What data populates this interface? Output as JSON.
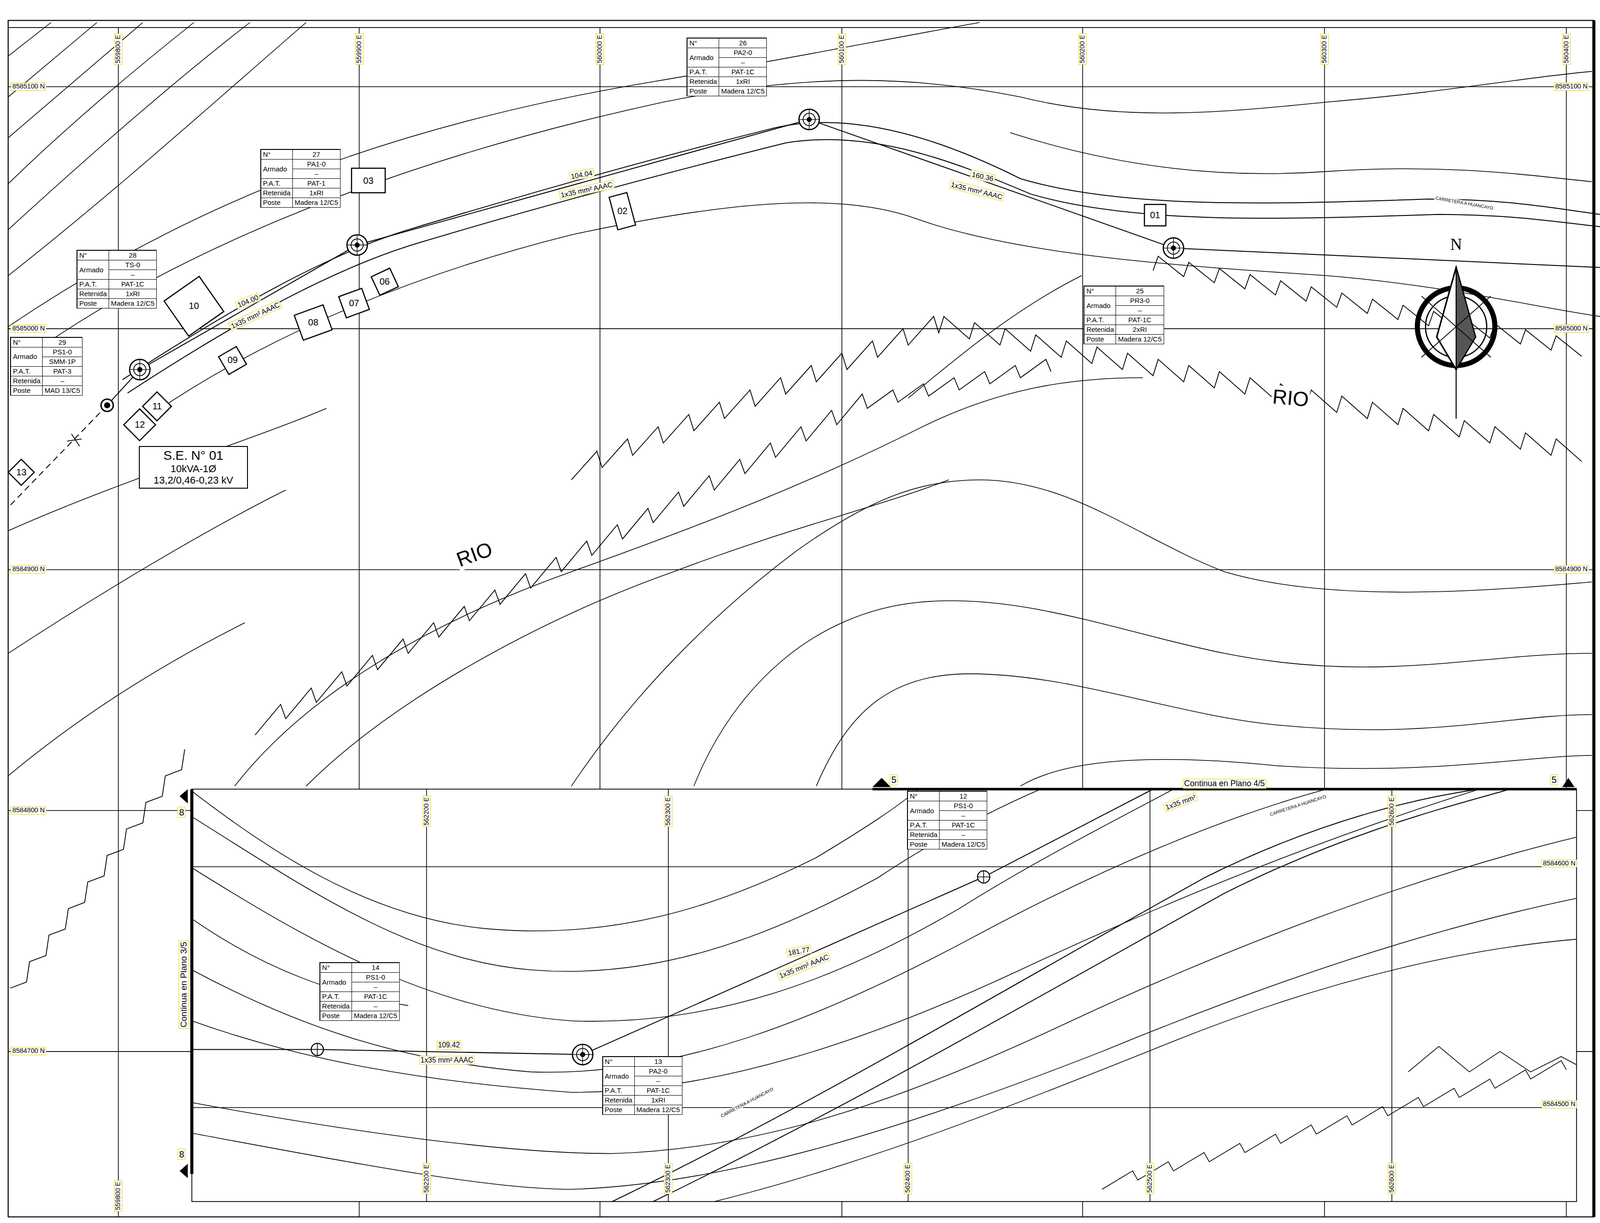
{
  "diagram": {
    "nodes": [
      {
        "text": [
          "N°",
          "26",
          "Armado",
          "PA2-0",
          "–",
          "P.A.T.",
          "PAT-1C",
          "Retenida",
          "1xRI",
          "Poste",
          "Madera 12/C5"
        ]
      },
      {
        "text": [
          "N°",
          "27",
          "Armado",
          "PA1-0",
          "–",
          "P.A.T.",
          "PAT-1",
          "Retenida",
          "1xRI",
          "Poste",
          "Madera 12/C5"
        ]
      },
      {
        "text": [
          "03"
        ]
      },
      {
        "text": [
          "02"
        ]
      },
      {
        "text": [
          "01"
        ]
      },
      {
        "text": [
          "N°",
          "28",
          "Armado",
          "TS-0",
          "–",
          "P.A.T.",
          "PAT-1C",
          "Retenida",
          "1xRI",
          "Poste",
          "Madera 12/C5"
        ]
      },
      {
        "text": [
          "10"
        ]
      },
      {
        "text": [
          "06"
        ]
      },
      {
        "text": [
          "07"
        ]
      },
      {
        "text": [
          "08"
        ]
      },
      {
        "text": [
          "N°",
          "25",
          "Armado",
          "PR3-0",
          "–",
          "P.A.T.",
          "PAT-1C",
          "Retenida",
          "2xRI",
          "Poste",
          "Madera 12/C5"
        ]
      },
      {
        "text": [
          "N°",
          "29",
          "Armado",
          "PS1-0",
          "SMM-1P",
          "P.A.T.",
          "PAT-3",
          "Retenida",
          "–",
          "Poste",
          "MAD 13/C5"
        ]
      },
      {
        "text": [
          "09"
        ]
      },
      {
        "text": [
          "11"
        ]
      },
      {
        "text": [
          "12"
        ]
      },
      {
        "text": [
          "S.E. N° 01",
          "10kVA-1Ø",
          "13,2/0,46-0,23 kV"
        ]
      },
      {
        "text": [
          "13"
        ]
      },
      {
        "text": [
          "N°",
          "12",
          "Armado",
          "PS1-0",
          "–",
          "P.A.T.",
          "PAT-1C",
          "Retenida",
          "–",
          "Poste",
          "Madera 12/C5"
        ]
      },
      {
        "text": [
          "N°",
          "14",
          "Armado",
          "PS1-0",
          "–",
          "P.A.T.",
          "PAT-1C",
          "Retenida",
          "–",
          "Poste",
          "Madera 12/C5"
        ]
      },
      {
        "text": [
          "N°",
          "13",
          "Armado",
          "PA2-0",
          "–",
          "P.A.T.",
          "PAT-1C",
          "Retenida",
          "1xRI",
          "Poste",
          "Madera 12/C5"
        ]
      }
    ],
    "labels": [
      "559800 E",
      "559900 E",
      "560000 E",
      "560100 E",
      "560200 E",
      "560300 E",
      "560400 E",
      "8585100 N",
      "8585000 N",
      "8584900 N",
      "8584800 N",
      "8584700 N",
      "8585100 N",
      "8585000 N",
      "8584900 N",
      "8584600 N",
      "8584500 N",
      "562200 E",
      "562300 E",
      "562600 E",
      "562200 E",
      "562300 E",
      "562400 E",
      "562500 E",
      "562600 E",
      "559800 E",
      "104.04",
      "1x35 mm² AAAC",
      "160.36",
      "1x35 mm² AAAC",
      "104.00",
      "1x35 mm² AAAC",
      "181.77",
      "1x35 mm² AAAC",
      "109.42",
      "1x35 mm² AAAC",
      "1x35 mm²",
      "Continua en Plano 4/5",
      "Continua en Plano 3/5",
      "5",
      "5",
      "8",
      "8",
      "RIO",
      "RIO",
      "CARRETERA A HUANCAYO",
      "CARRETERA A HUANCAYO",
      "CARRETERA A HUANCAYO",
      "N"
    ]
  }
}
